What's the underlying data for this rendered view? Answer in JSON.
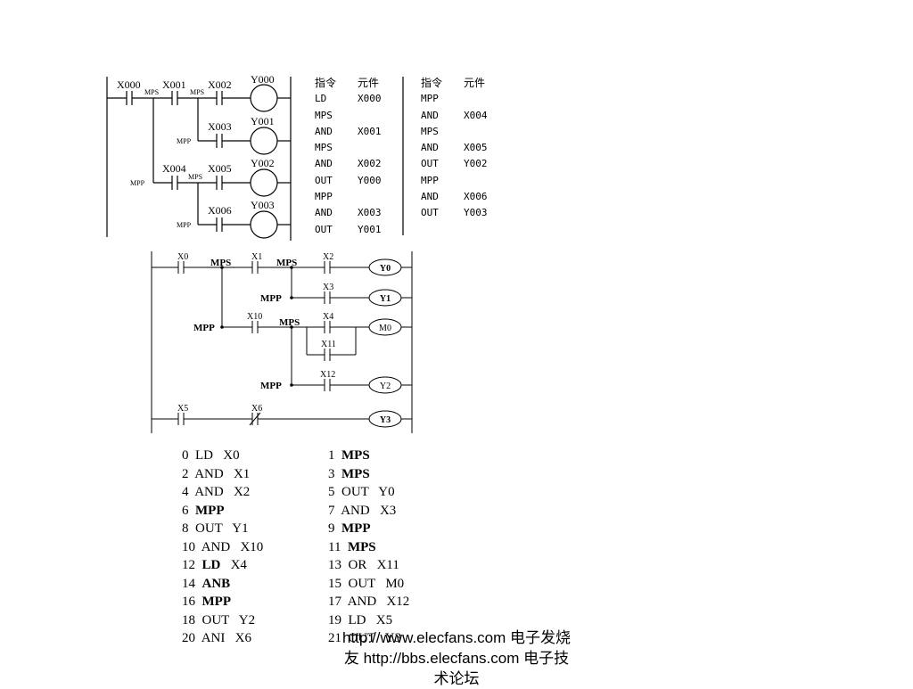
{
  "diagram1": {
    "contacts": {
      "x000": "X000",
      "x001": "X001",
      "x002": "X002",
      "x003": "X003",
      "x004": "X004",
      "x005": "X005",
      "x006": "X006"
    },
    "coils": {
      "y000": "Y000",
      "y001": "Y001",
      "y002": "Y002",
      "y003": "Y003"
    },
    "marks": {
      "mps": "MPS",
      "mpp": "MPP"
    },
    "table_headers": {
      "instruction": "指令",
      "element": "元件"
    },
    "table_left": [
      [
        "LD",
        "X000"
      ],
      [
        "MPS",
        ""
      ],
      [
        "AND",
        "X001"
      ],
      [
        "MPS",
        ""
      ],
      [
        "AND",
        "X002"
      ],
      [
        "OUT",
        "Y000"
      ],
      [
        "MPP",
        ""
      ],
      [
        "AND",
        "X003"
      ],
      [
        "OUT",
        "Y001"
      ]
    ],
    "table_right": [
      [
        "MPP",
        ""
      ],
      [
        "AND",
        "X004"
      ],
      [
        "MPS",
        ""
      ],
      [
        "AND",
        "X005"
      ],
      [
        "OUT",
        "Y002"
      ],
      [
        "MPP",
        ""
      ],
      [
        "AND",
        "X006"
      ],
      [
        "OUT",
        "Y003"
      ]
    ]
  },
  "diagram2": {
    "contacts": {
      "x0": "X0",
      "x1": "X1",
      "x2": "X2",
      "x3": "X3",
      "x10": "X10",
      "x4": "X4",
      "x11": "X11",
      "x12": "X12",
      "x5": "X5",
      "x6": "X6"
    },
    "coils": {
      "y0": "Y0",
      "y1": "Y1",
      "m0": "M0",
      "y2": "Y2",
      "y3": "Y3"
    },
    "marks": {
      "mps": "MPS",
      "mpp": "MPP"
    }
  },
  "program": {
    "left": [
      {
        "n": "0",
        "op": "LD",
        "arg": "X0",
        "bold": false
      },
      {
        "n": "2",
        "op": "AND",
        "arg": "X1",
        "bold": false
      },
      {
        "n": "4",
        "op": "AND",
        "arg": "X2",
        "bold": false
      },
      {
        "n": "6",
        "op": "MPP",
        "arg": "",
        "bold": true
      },
      {
        "n": "8",
        "op": "OUT",
        "arg": "Y1",
        "bold": false
      },
      {
        "n": "10",
        "op": "AND",
        "arg": "X10",
        "bold": false
      },
      {
        "n": "12",
        "op": "LD",
        "arg": "X4",
        "bold": true
      },
      {
        "n": "14",
        "op": "ANB",
        "arg": "",
        "bold": true
      },
      {
        "n": "16",
        "op": "MPP",
        "arg": "",
        "bold": true
      },
      {
        "n": "18",
        "op": "OUT",
        "arg": "Y2",
        "bold": false
      },
      {
        "n": "20",
        "op": "ANI",
        "arg": "X6",
        "bold": false
      }
    ],
    "right": [
      {
        "n": "1",
        "op": "MPS",
        "arg": "",
        "bold": true
      },
      {
        "n": "3",
        "op": "MPS",
        "arg": "",
        "bold": true
      },
      {
        "n": "5",
        "op": "OUT",
        "arg": "Y0",
        "bold": false
      },
      {
        "n": "7",
        "op": "AND",
        "arg": "X3",
        "bold": false
      },
      {
        "n": "9",
        "op": "MPP",
        "arg": "",
        "bold": true
      },
      {
        "n": "11",
        "op": "MPS",
        "arg": "",
        "bold": true
      },
      {
        "n": "13",
        "op": "OR",
        "arg": "X11",
        "bold": false
      },
      {
        "n": "15",
        "op": "OUT",
        "arg": "M0",
        "bold": false
      },
      {
        "n": "17",
        "op": "AND",
        "arg": "X12",
        "bold": false
      },
      {
        "n": "19",
        "op": "LD",
        "arg": "X5",
        "bold": false
      },
      {
        "n": "21",
        "op": "OUT",
        "arg": "Y3",
        "bold": false
      }
    ]
  },
  "footer": {
    "line1": "http://www.elecfans.com 电子发烧",
    "line2": "友 http://bbs.elecfans.com 电子技",
    "line3": "术论坛"
  }
}
